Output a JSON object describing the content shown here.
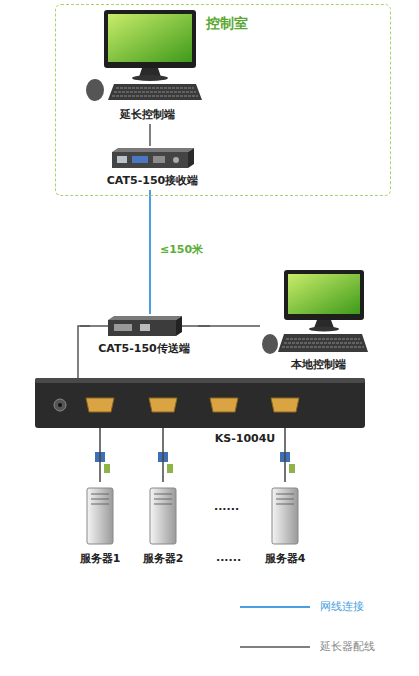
{
  "diagram": {
    "nodes": [
      {
        "text": [
          "控制室"
        ]
      },
      {
        "text": [
          "延长控制端"
        ],
        "in": 0
      },
      {
        "text": [
          "CAT5-150接收端"
        ],
        "in": 0
      },
      {
        "text": [
          "CAT5-150传送端"
        ]
      },
      {
        "text": [
          "本地控制端"
        ]
      },
      {
        "text": [
          "KS-1004U"
        ]
      },
      {
        "text": [
          "服务器1"
        ]
      },
      {
        "text": [
          "服务器2"
        ]
      },
      {
        "text": [
          "服务器4"
        ]
      }
    ],
    "edges": [
      {
        "from": 1,
        "to": 2,
        "arrow": "none"
      },
      {
        "from": 2,
        "to": 3,
        "label": "≤150米",
        "arrow": "none"
      },
      {
        "from": 3,
        "to": 4,
        "arrow": "none"
      },
      {
        "from": 3,
        "to": 5,
        "arrow": "none"
      },
      {
        "from": 5,
        "to": 6,
        "arrow": "none"
      },
      {
        "from": 5,
        "to": 7,
        "arrow": "none"
      },
      {
        "from": 5,
        "to": 8,
        "arrow": "none"
      }
    ],
    "labels": [
      "......",
      "......"
    ],
    "legend": [
      {
        "text": "网线连接"
      },
      {
        "text": "延长器配线"
      }
    ]
  }
}
